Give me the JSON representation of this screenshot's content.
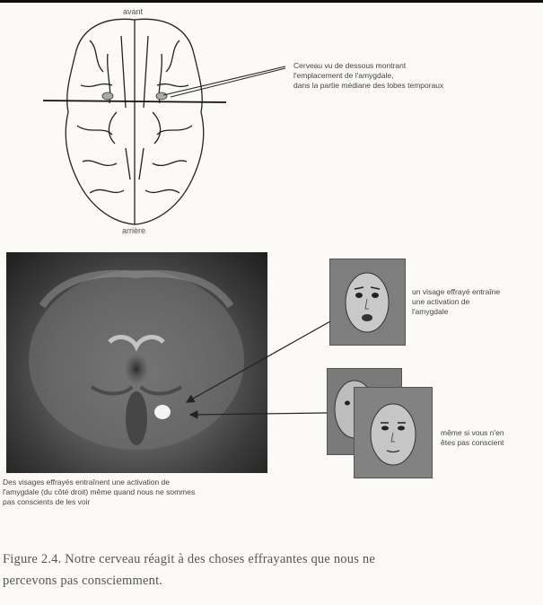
{
  "brain_diagram": {
    "front_label": "avant",
    "back_label": "arrière",
    "annotation_lines": [
      "Cerveau vu de dessous montrant",
      "l'emplacement de l'amygdale,",
      "dans la partie médiane des lobes temporaux"
    ]
  },
  "mri_section": {
    "caption_lines": [
      "Des visages effrayés entraînent une activation de",
      "l'amygdale (du côté droit) même quand nous ne sommes",
      "pas conscients de les voir"
    ]
  },
  "faces": {
    "conscious_label_lines": [
      "un visage effrayé entraîne",
      "une activation de",
      "l'amygdale"
    ],
    "unconscious_label_lines": [
      "même si vous n'en",
      "êtes pas conscient"
    ]
  },
  "figure_caption": {
    "lines": [
      "Figure 2.4. Notre cerveau réagit à des choses effrayantes que nous ne",
      "percevons pas consciemment."
    ]
  }
}
